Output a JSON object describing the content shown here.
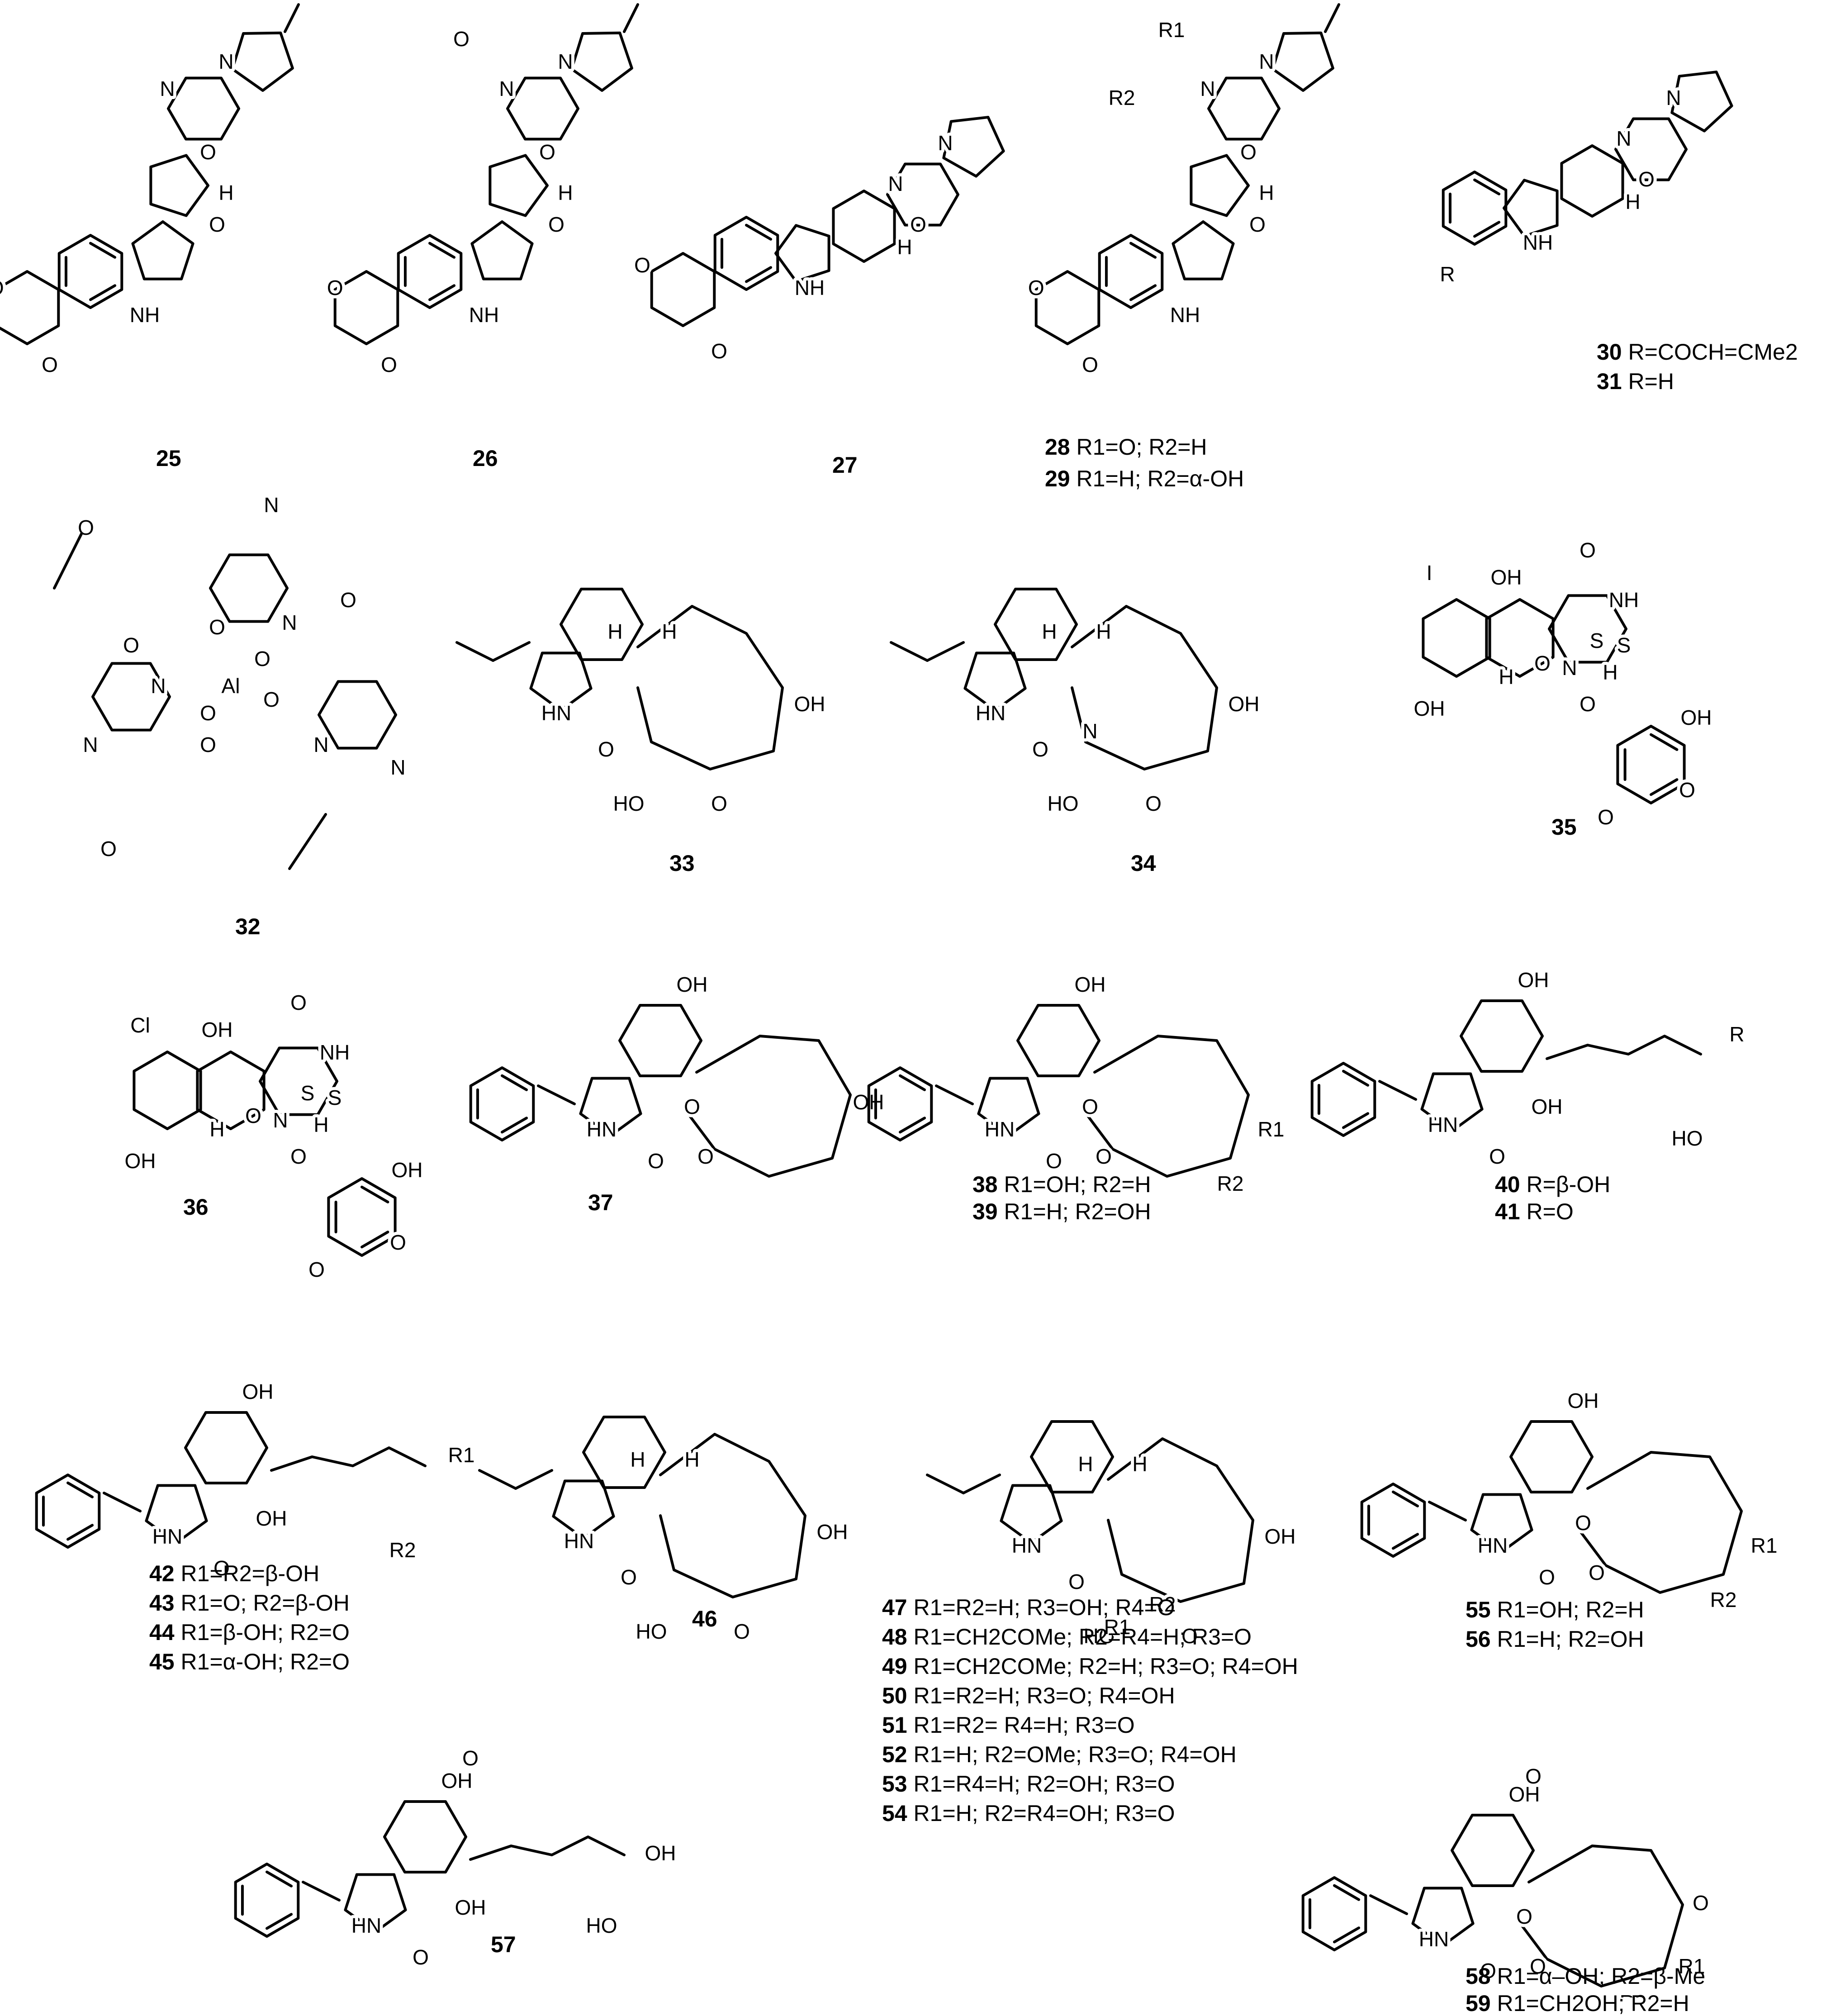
{
  "compounds": [
    {
      "id": "25",
      "caption": ""
    },
    {
      "id": "26",
      "caption": ""
    },
    {
      "id": "27",
      "caption": ""
    },
    {
      "id": "28",
      "caption": "R1=O; R2=H"
    },
    {
      "id": "29",
      "caption": "R1=H; R2=α-OH"
    },
    {
      "id": "30",
      "caption": "R=COCH=CMe2"
    },
    {
      "id": "31",
      "caption": "R=H"
    },
    {
      "id": "32",
      "caption": ""
    },
    {
      "id": "33",
      "caption": ""
    },
    {
      "id": "34",
      "caption": ""
    },
    {
      "id": "35",
      "caption": ""
    },
    {
      "id": "36",
      "caption": ""
    },
    {
      "id": "37",
      "caption": ""
    },
    {
      "id": "38",
      "caption": "R1=OH; R2=H"
    },
    {
      "id": "39",
      "caption": "R1=H; R2=OH"
    },
    {
      "id": "40",
      "caption": "R=β-OH"
    },
    {
      "id": "41",
      "caption": "R=O"
    },
    {
      "id": "42",
      "caption": "R1=R2=β-OH"
    },
    {
      "id": "43",
      "caption": "R1=O; R2=β-OH"
    },
    {
      "id": "44",
      "caption": "R1=β-OH; R2=O"
    },
    {
      "id": "45",
      "caption": "R1=α-OH; R2=O"
    },
    {
      "id": "46",
      "caption": ""
    },
    {
      "id": "47",
      "caption": "R1=R2=H; R3=OH; R4=O"
    },
    {
      "id": "48",
      "caption": "R1=CH2COMe; R2=R4=H; R3=O"
    },
    {
      "id": "49",
      "caption": "R1=CH2COMe; R2=H; R3=O; R4=OH"
    },
    {
      "id": "50",
      "caption": "R1=R2=H; R3=O; R4=OH"
    },
    {
      "id": "51",
      "caption": "R1=R2= R4=H; R3=O"
    },
    {
      "id": "52",
      "caption": "R1=H; R2=OMe; R3=O; R4=OH"
    },
    {
      "id": "53",
      "caption": "R1=R4=H; R2=OH; R3=O"
    },
    {
      "id": "54",
      "caption": "R1=H; R2=R4=OH; R3=O"
    },
    {
      "id": "55",
      "caption": "R1=OH; R2=H"
    },
    {
      "id": "56",
      "caption": "R1=H; R2=OH"
    },
    {
      "id": "57",
      "caption": ""
    },
    {
      "id": "58",
      "caption": "R1=α–OH; R2=β-Me"
    },
    {
      "id": "59",
      "caption": "R1=CH2OH; R2=H"
    }
  ],
  "atom_labels": {
    "O": "O",
    "H": "H",
    "N": "N",
    "NH": "NH",
    "HN": "HN",
    "OH": "OH",
    "HO": "HO",
    "S": "S",
    "Cl": "Cl",
    "I": "I",
    "Al": "Al",
    "R": "R",
    "R1": "R1",
    "R2": "R2"
  },
  "colors": {
    "ink": "#000000",
    "background": "#ffffff"
  }
}
